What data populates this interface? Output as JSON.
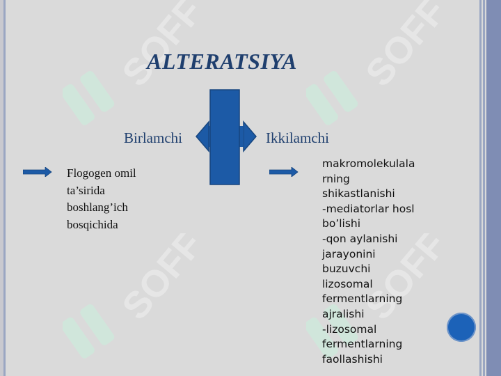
{
  "slide": {
    "title": "ALTERATSIYA",
    "primary_label": "Birlamchi",
    "secondary_label": "Ikkilamchi",
    "primary_text_lines": [
      "Flogogen omil",
      "ta’sirida",
      "boshlang’ich",
      "bosqichida"
    ],
    "secondary_text_lines": [
      "makromolekulala",
      "rning",
      "shikastlanishi",
      "-mediatorlar hosl",
      "bo’lishi",
      "-qon aylanishi",
      "jarayonini",
      "buzuvchi",
      "lizosomal",
      "fermentlarning",
      "ajralishi",
      "-lizosomal",
      "fermentlarning",
      "faollashishi"
    ]
  },
  "watermark": {
    "text": "SOFF",
    "color": "#c8f0dd"
  },
  "colors": {
    "accent": "#1c5aa6",
    "title": "#1f3f6e",
    "background": "#dadada"
  },
  "icons": {
    "center_arrow": "double-headed-arrow-icon",
    "left_pointer": "right-arrow-icon",
    "right_pointer": "right-arrow-icon",
    "nav": "circle-nav-icon"
  }
}
